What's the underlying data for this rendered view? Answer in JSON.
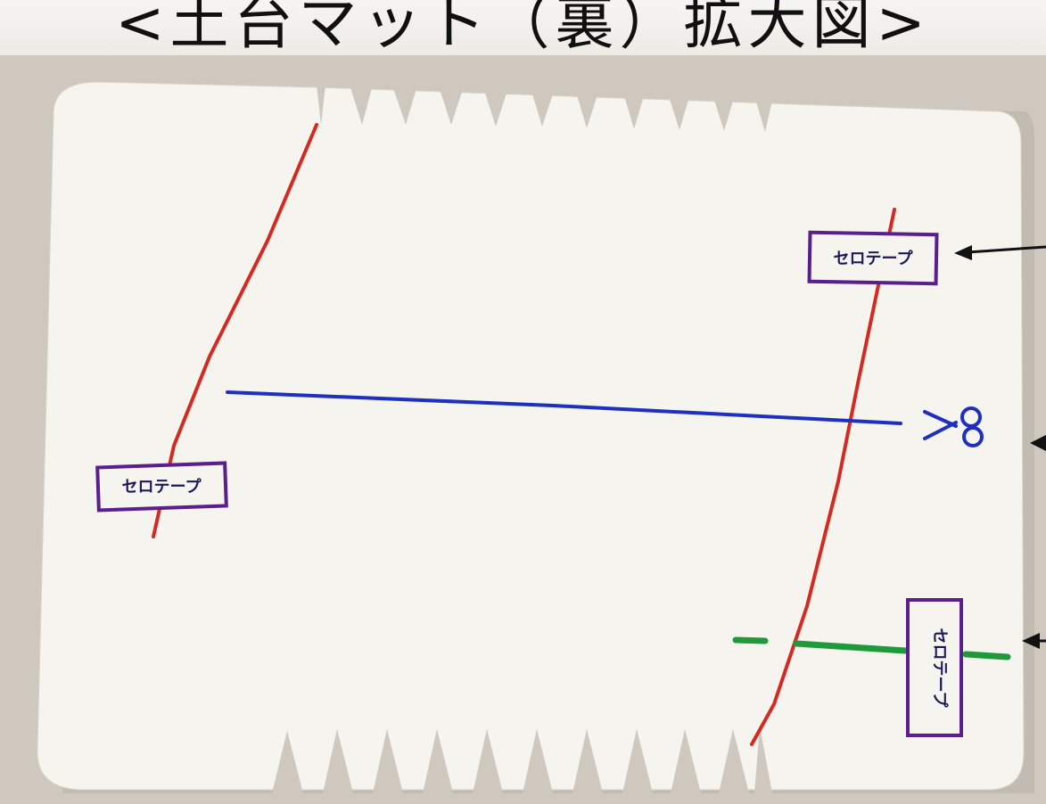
{
  "title": "<土台マット（裏）拡大図>",
  "labels": {
    "tape_1": "セロテープ",
    "tape_2": "セロテープ",
    "tape_3": "セロテープ"
  },
  "icons": {
    "scissors": "scissors-icon"
  },
  "colors": {
    "background": "#cfc8bf",
    "mat": "#f6f4ef",
    "red_line": "#d42a22",
    "blue_line": "#1f2fc0",
    "green_line": "#1e9a3a",
    "tape_border": "#5a1f8c",
    "arrow": "#111111"
  }
}
